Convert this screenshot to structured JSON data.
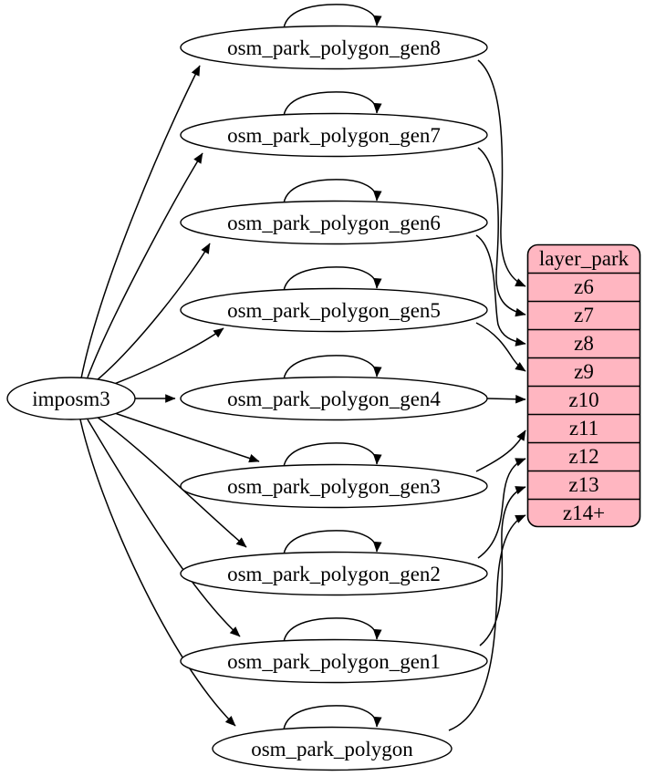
{
  "diagram": {
    "type": "graphviz-dependency-diagram",
    "imposm_node": {
      "label": "imposm3"
    },
    "table_nodes": [
      {
        "label": "osm_park_polygon_gen8"
      },
      {
        "label": "osm_park_polygon_gen7"
      },
      {
        "label": "osm_park_polygon_gen6"
      },
      {
        "label": "osm_park_polygon_gen5"
      },
      {
        "label": "osm_park_polygon_gen4"
      },
      {
        "label": "osm_park_polygon_gen3"
      },
      {
        "label": "osm_park_polygon_gen2"
      },
      {
        "label": "osm_park_polygon_gen1"
      },
      {
        "label": "osm_park_polygon"
      }
    ],
    "layer_table": {
      "header": "layer_park",
      "rows": [
        "z6",
        "z7",
        "z8",
        "z9",
        "z10",
        "z11",
        "z12",
        "z13",
        "z14+"
      ]
    },
    "edges": {
      "from_imposm": [
        "osm_park_polygon_gen8",
        "osm_park_polygon_gen7",
        "osm_park_polygon_gen6",
        "osm_park_polygon_gen5",
        "osm_park_polygon_gen4",
        "osm_park_polygon_gen3",
        "osm_park_polygon_gen2",
        "osm_park_polygon_gen1",
        "osm_park_polygon"
      ],
      "self_loops": [
        "osm_park_polygon_gen8",
        "osm_park_polygon_gen7",
        "osm_park_polygon_gen6",
        "osm_park_polygon_gen5",
        "osm_park_polygon_gen4",
        "osm_park_polygon_gen3",
        "osm_park_polygon_gen2",
        "osm_park_polygon_gen1",
        "osm_park_polygon"
      ],
      "to_layer": [
        {
          "from": "osm_park_polygon_gen8",
          "to": "z6"
        },
        {
          "from": "osm_park_polygon_gen7",
          "to": "z7"
        },
        {
          "from": "osm_park_polygon_gen6",
          "to": "z8"
        },
        {
          "from": "osm_park_polygon_gen5",
          "to": "z9"
        },
        {
          "from": "osm_park_polygon_gen4",
          "to": "z10"
        },
        {
          "from": "osm_park_polygon_gen3",
          "to": "z11"
        },
        {
          "from": "osm_park_polygon_gen2",
          "to": "z12"
        },
        {
          "from": "osm_park_polygon_gen1",
          "to": "z13"
        },
        {
          "from": "osm_park_polygon",
          "to": "z14+"
        }
      ]
    },
    "colors": {
      "layer_table_fill": "#ffb6c1",
      "node_fill": "#ffffff",
      "edge_color": "#000000",
      "background": "#ffffff"
    }
  }
}
